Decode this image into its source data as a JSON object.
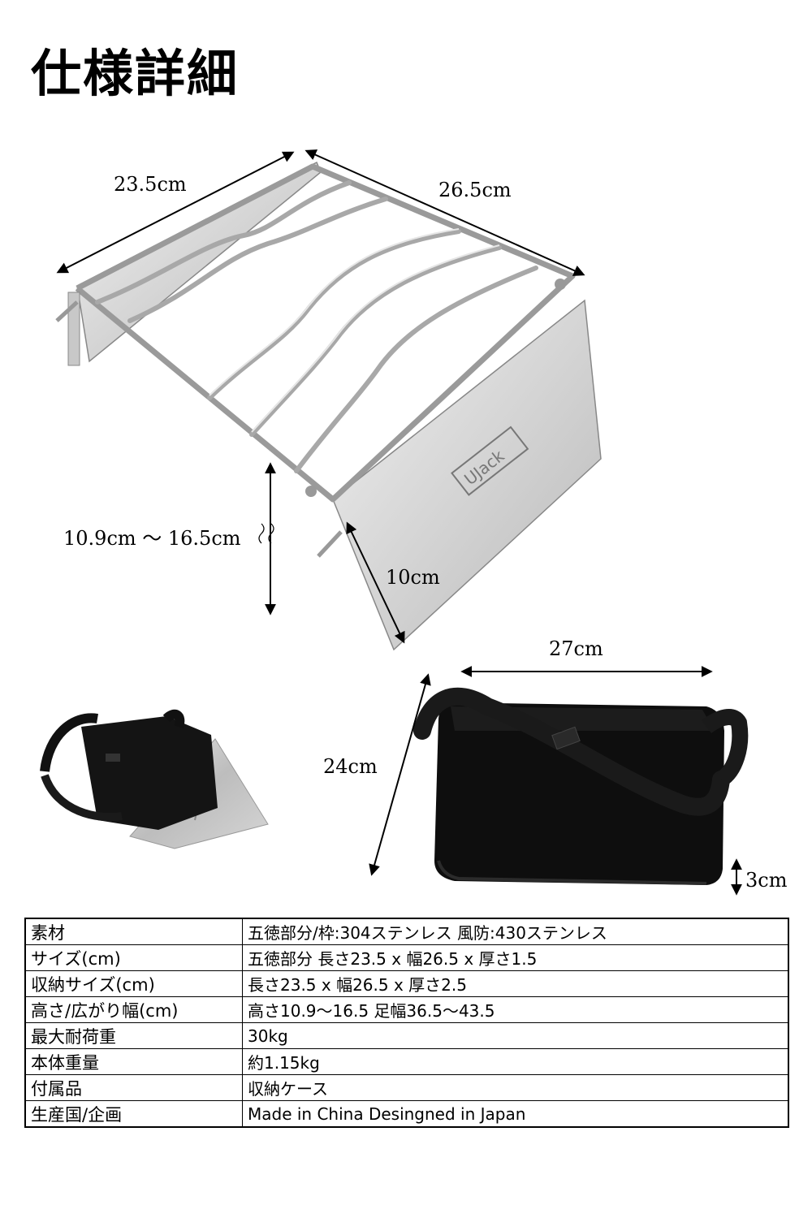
{
  "title": "仕様詳細",
  "dimensions": {
    "grill_length": "23.5cm",
    "grill_width": "26.5cm",
    "height_range": "10.9cm ～ 16.5cm",
    "windscreen": "10cm",
    "case_width": "27cm",
    "case_height": "24cm",
    "case_thickness": "3cm"
  },
  "logo_text": "UJack",
  "specs": [
    {
      "label": "素材",
      "value": "五徳部分/枠:304ステンレス 風防:430ステンレス"
    },
    {
      "label": "サイズ(cm)",
      "value": "五徳部分 長さ23.5 x 幅26.5 x 厚さ1.5"
    },
    {
      "label": "収納サイズ(cm)",
      "value": "長さ23.5 x 幅26.5 x 厚さ2.5"
    },
    {
      "label": "高さ/広がり幅(cm)",
      "value": "高さ10.9～16.5 足幅36.5～43.5"
    },
    {
      "label": "最大耐荷重",
      "value": "30kg"
    },
    {
      "label": "本体重量",
      "value": "約1.15kg"
    },
    {
      "label": "付属品",
      "value": "収納ケース"
    },
    {
      "label": "生産国/企画",
      "value": "Made in China Desingned in Japan"
    }
  ]
}
